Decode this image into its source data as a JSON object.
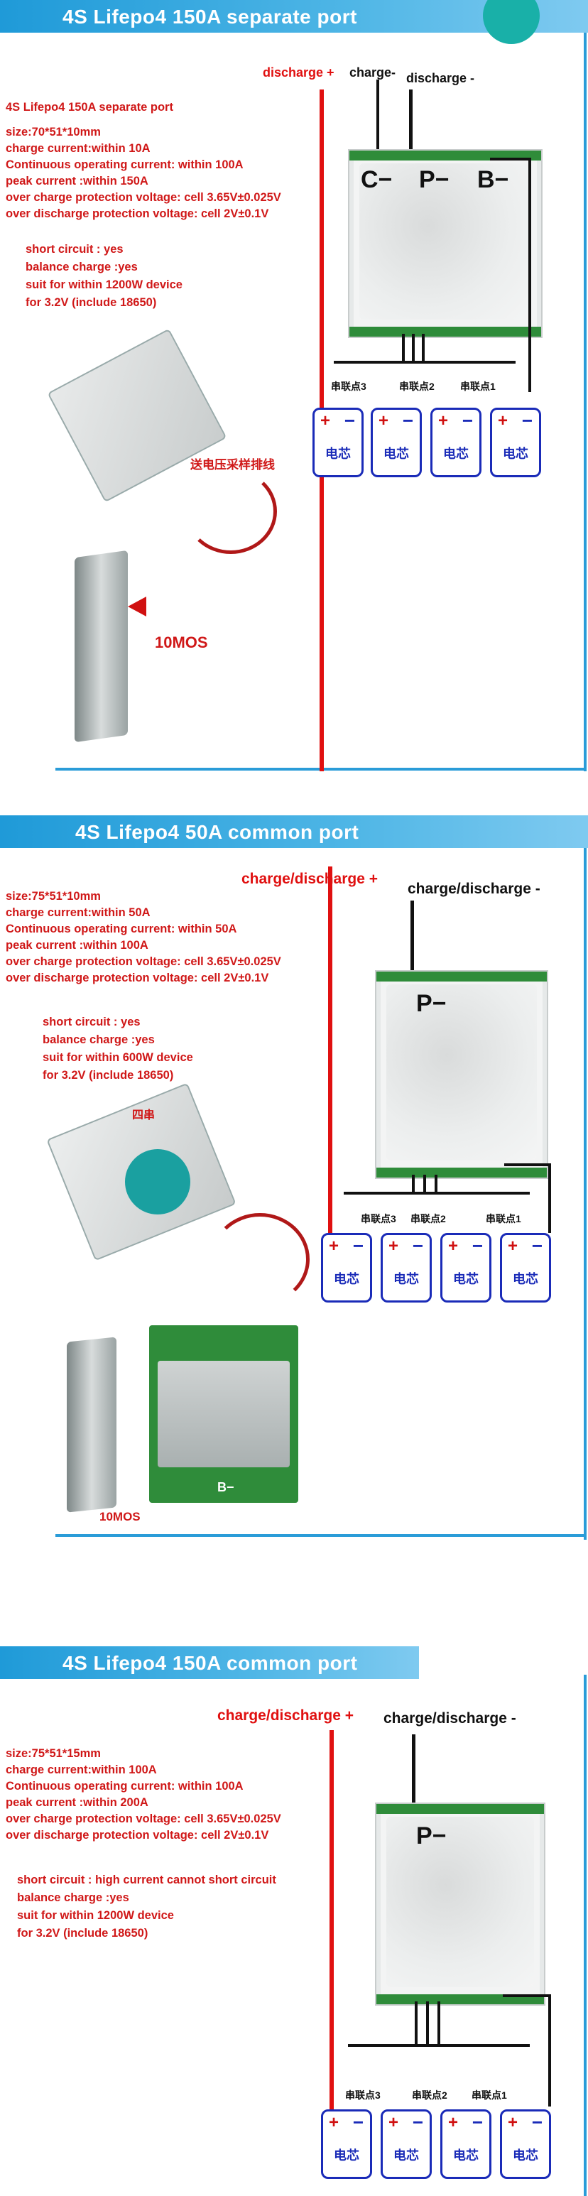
{
  "sections": [
    {
      "banner_title": "4S Lifepo4 150A separate port",
      "wire_labels": {
        "discharge_pos": "discharge +",
        "charge_neg": "charge-",
        "discharge_neg": "discharge -"
      },
      "terminals": {
        "c": "C−",
        "p": "P−",
        "b": "B−"
      },
      "specs": {
        "title": "4S Lifepo4 150A separate port",
        "size": "size:70*51*10mm",
        "charge_current": "charge current:within 10A",
        "continuous_current": "Continuous operating current: within 100A",
        "peak_current": "peak current :within 150A",
        "over_charge": "over charge protection voltage: cell 3.65V±0.025V",
        "over_discharge": "over discharge protection voltage: cell 2V±0.1V"
      },
      "features": {
        "short_circuit": "short circuit : yes",
        "balance": "balance charge :yes",
        "suit": "suit for within 1200W device",
        "for": "for 3.2V (include 18650)"
      },
      "joints": [
        "串联点3",
        "串联点2",
        "串联点1"
      ],
      "cells": [
        {
          "plus": "+",
          "minus": "−",
          "name": "电芯"
        },
        {
          "plus": "+",
          "minus": "−",
          "name": "电芯"
        },
        {
          "plus": "+",
          "minus": "−",
          "name": "电芯"
        },
        {
          "plus": "+",
          "minus": "−",
          "name": "电芯"
        }
      ],
      "callouts": {
        "sampling": "送电压采样排线",
        "mos": "10MOS"
      }
    },
    {
      "banner_title": "4S Lifepo4 50A common port",
      "wire_labels": {
        "pos": "charge/discharge +",
        "neg": "charge/discharge -"
      },
      "terminals": {
        "p": "P−"
      },
      "specs": {
        "size": "size:75*51*10mm",
        "charge_current": "charge current:within 50A",
        "continuous_current": "Continuous operating current: within 50A",
        "peak_current": "peak current :within 100A",
        "over_charge": "over charge protection voltage: cell 3.65V±0.025V",
        "over_discharge": "over discharge protection voltage: cell 2V±0.1V"
      },
      "features": {
        "short_circuit": "short circuit : yes",
        "balance": "balance charge :yes",
        "suit": "suit for within 600W device",
        "for": "for 3.2V (include 18650)"
      },
      "joints": [
        "串联点3",
        "串联点2",
        "串联点1"
      ],
      "cells": [
        {
          "plus": "+",
          "minus": "−",
          "name": "电芯"
        },
        {
          "plus": "+",
          "minus": "−",
          "name": "电芯"
        },
        {
          "plus": "+",
          "minus": "−",
          "name": "电芯"
        },
        {
          "plus": "+",
          "minus": "−",
          "name": "电芯"
        }
      ],
      "callouts": {
        "four_series": "四串",
        "mos": "10MOS",
        "b_minus": "B−"
      }
    },
    {
      "banner_title": "4S Lifepo4 150A common port",
      "wire_labels": {
        "pos": "charge/discharge +",
        "neg": "charge/discharge -"
      },
      "terminals": {
        "p": "P−"
      },
      "specs": {
        "size": "size:75*51*15mm",
        "charge_current": "charge current:within 100A",
        "continuous_current": "Continuous operating current: within 100A",
        "peak_current": "peak current :within 200A",
        "over_charge": "over charge protection voltage: cell 3.65V±0.025V",
        "over_discharge": "over discharge protection voltage: cell 2V±0.1V"
      },
      "features": {
        "short_circuit": "short circuit : high current cannot short circuit",
        "balance": "balance charge :yes",
        "suit": "suit for within 1200W device",
        "for": "for 3.2V (include 18650)"
      },
      "joints": [
        "串联点3",
        "串联点2",
        "串联点1"
      ],
      "cells": [
        {
          "plus": "+",
          "minus": "−",
          "name": "电芯"
        },
        {
          "plus": "+",
          "minus": "−",
          "name": "电芯"
        },
        {
          "plus": "+",
          "minus": "−",
          "name": "电芯"
        },
        {
          "plus": "+",
          "minus": "−",
          "name": "电芯"
        }
      ]
    }
  ],
  "colors": {
    "banner": "#1f9ad8",
    "spec_text": "#d01818",
    "cell_border": "#1a2bb8",
    "wire_red": "#e01010",
    "wire_black": "#111111"
  }
}
